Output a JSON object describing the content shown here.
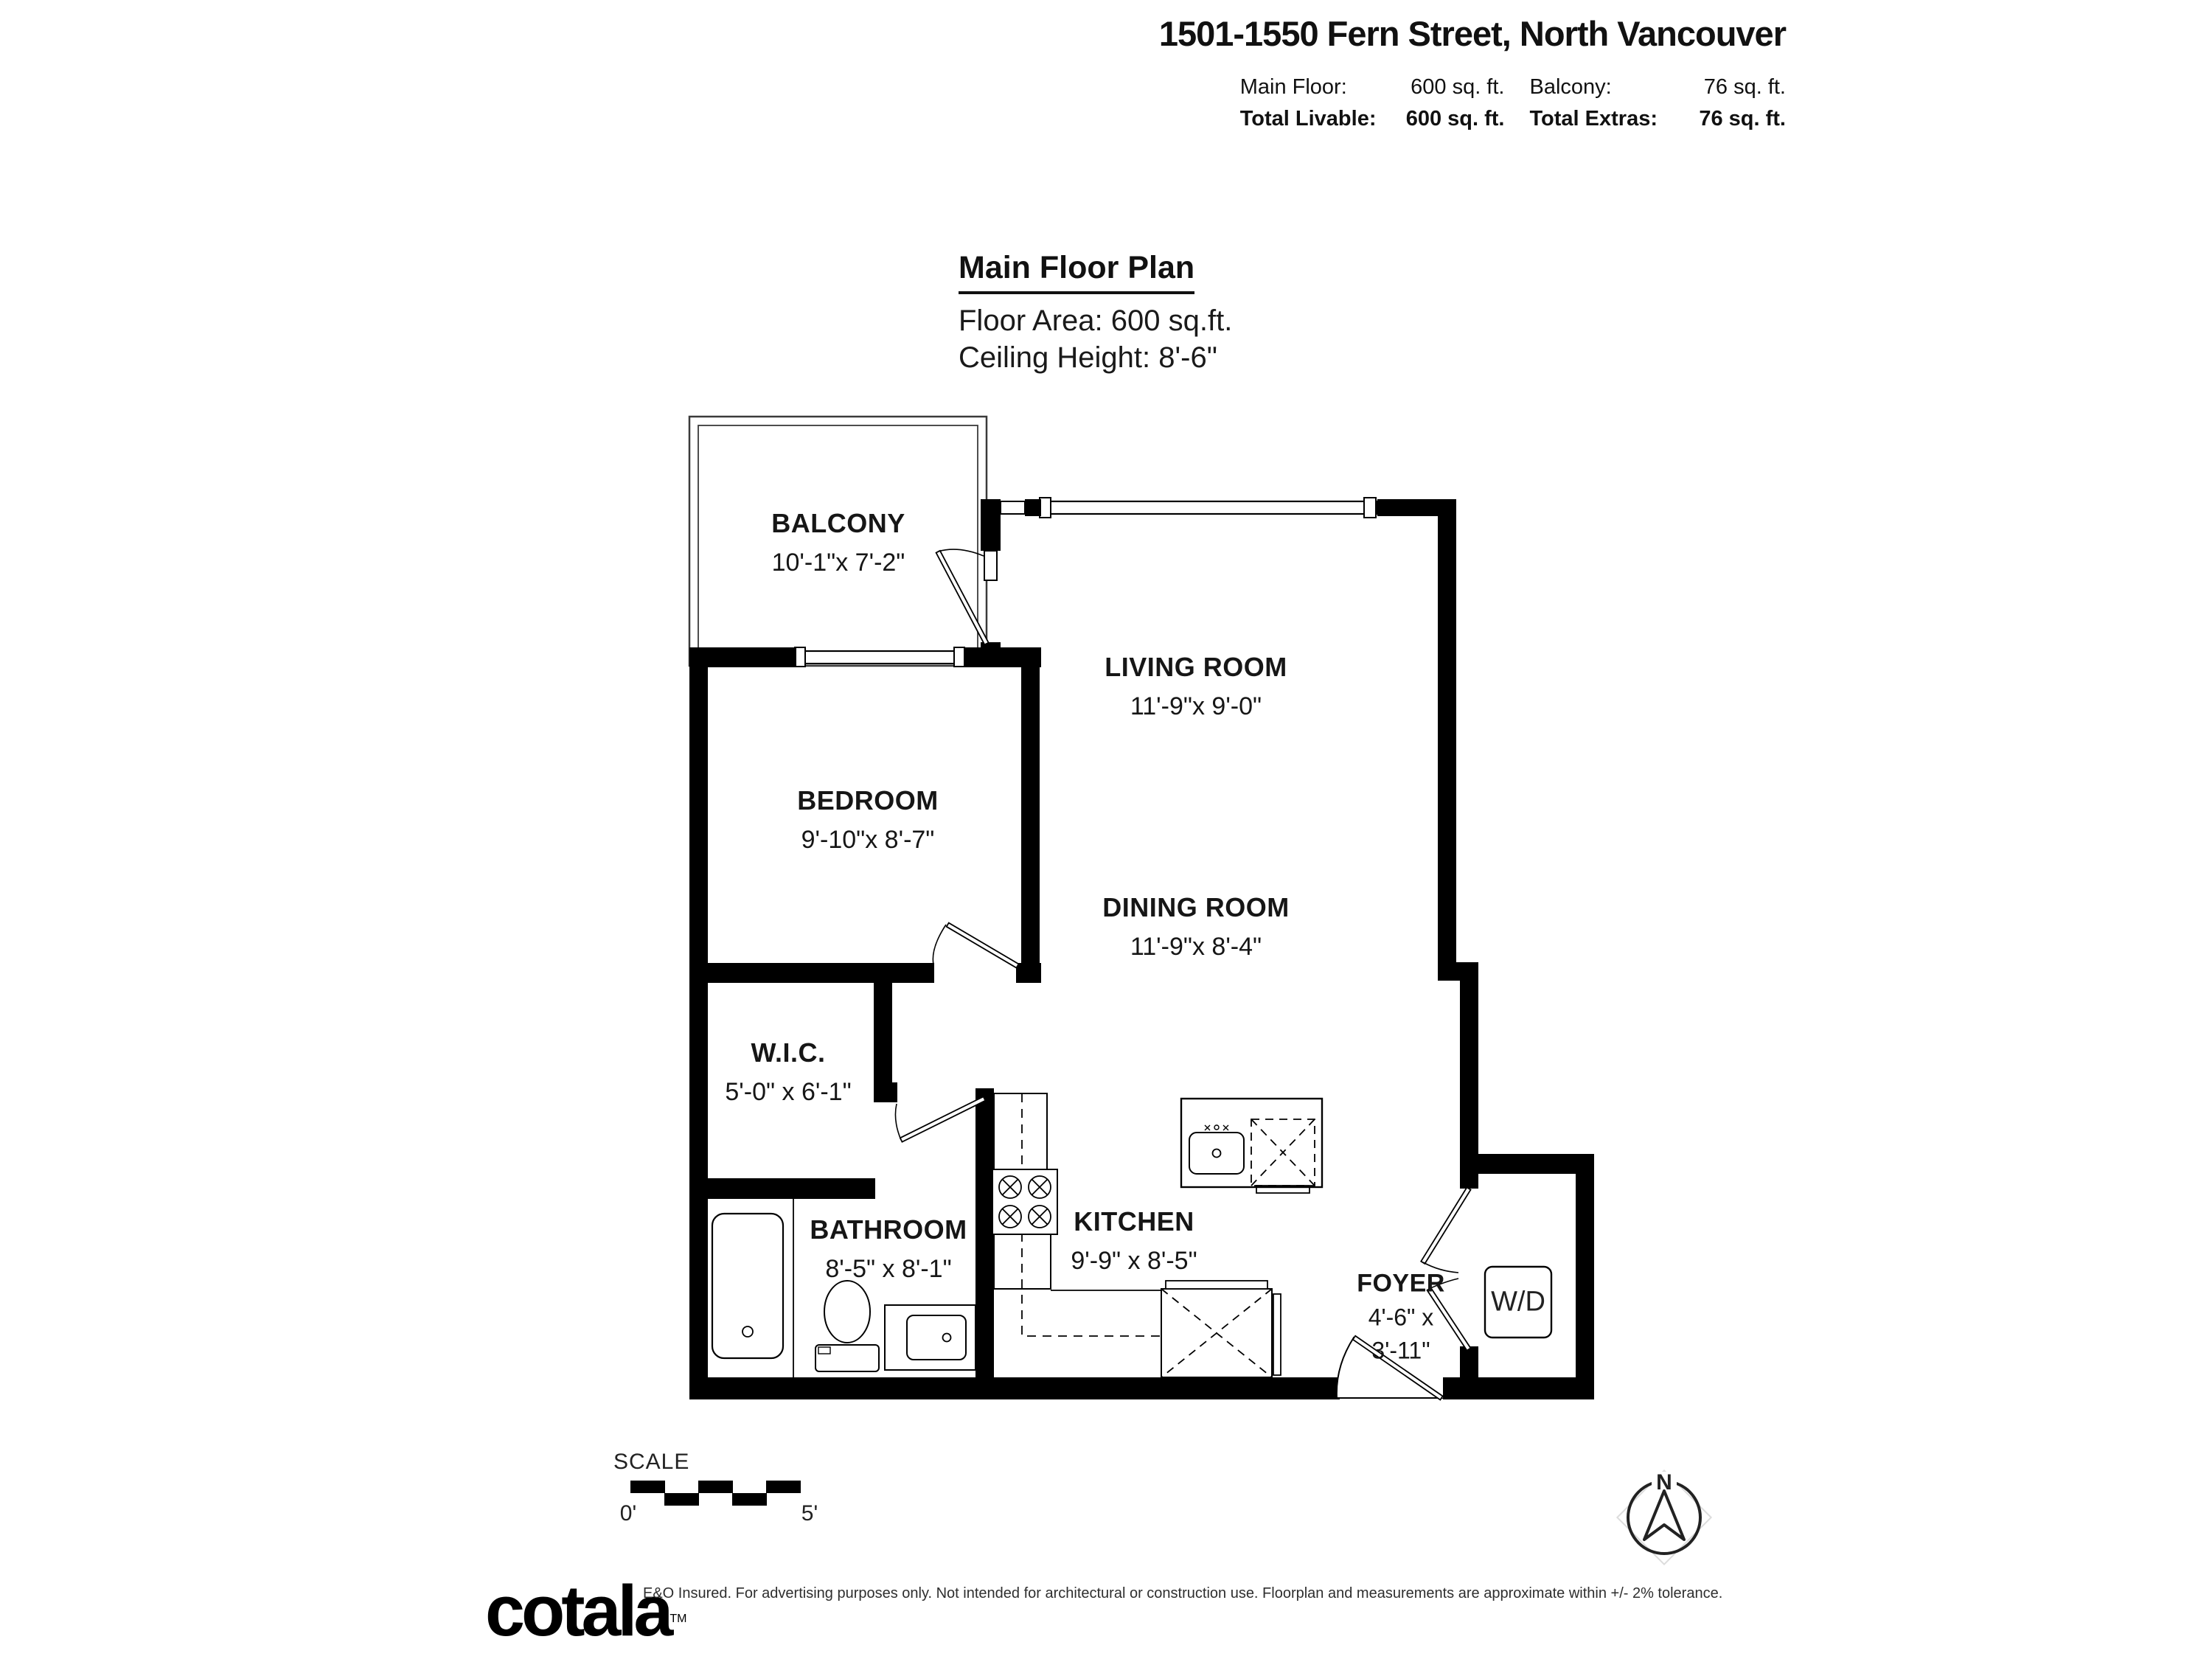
{
  "header": {
    "title": "1501-1550 Fern Street, North Vancouver",
    "stats": {
      "rows": [
        {
          "c1": "Main Floor:",
          "c2": "600 sq. ft.",
          "c3": "Balcony:",
          "c4": "76 sq. ft."
        },
        {
          "c1": "Total Livable:",
          "c2": "600 sq. ft.",
          "c3": "Total Extras:",
          "c4": "76 sq. ft."
        }
      ]
    }
  },
  "plan_title": {
    "title": "Main Floor Plan",
    "line1": "Floor Area: 600 sq.ft.",
    "line2": "Ceiling Height: 8'-6\""
  },
  "rooms": {
    "balcony": {
      "name": "BALCONY",
      "dims": "10'-1\"x 7'-2\""
    },
    "living": {
      "name": "LIVING ROOM",
      "dims": "11'-9\"x 9'-0\""
    },
    "bedroom": {
      "name": "BEDROOM",
      "dims": "9'-10\"x 8'-7\""
    },
    "dining": {
      "name": "DINING ROOM",
      "dims": "11'-9\"x 8'-4\""
    },
    "wic": {
      "name": "W.I.C.",
      "dims": "5'-0\" x 6'-1\""
    },
    "bathroom": {
      "name": "BATHROOM",
      "dims": "8'-5\" x 8'-1\""
    },
    "kitchen": {
      "name": "KITCHEN",
      "dims": "9'-9\" x 8'-5\""
    },
    "foyer": {
      "name": "FOYER",
      "dims_line1": "4'-6\" x",
      "dims_line2": "3'-11\""
    },
    "laundry": {
      "label": "W/D"
    }
  },
  "scale_bar": {
    "label": "SCALE",
    "start": "0'",
    "end": "5'"
  },
  "compass": {
    "north_label": "N"
  },
  "footer": {
    "logo": "cotala",
    "tm": "TM",
    "disclaimer": "E&O Insured. For advertising purposes only. Not intended for architectural or construction use. Floorplan and measurements are approximate within +/- 2% tolerance."
  },
  "colors": {
    "wall": "#000000",
    "line": "#1a1a1a",
    "faint": "#d9d9d9"
  }
}
